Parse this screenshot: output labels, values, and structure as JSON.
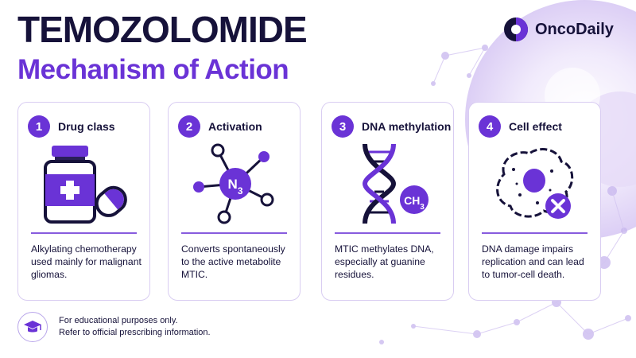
{
  "title": "TEMOZOLOMIDE",
  "subtitle": "Mechanism of Action",
  "logo": {
    "name": "OncoDaily",
    "icon": "oncodaily-logo-icon"
  },
  "colors": {
    "brand_purple": "#6a33d6",
    "dark_navy": "#16123a",
    "card_border": "#d9cdf2"
  },
  "cards": [
    {
      "number": "1",
      "title": "Drug class",
      "description": "Alkylating chemotherapy used mainly for malignant gliomas.",
      "icon": "pill-bottle-capsule-icon"
    },
    {
      "number": "2",
      "title": "Activation",
      "description": "Converts spontaneously to the active metabolite MTIC.",
      "icon": "molecule-icon",
      "label": "N3"
    },
    {
      "number": "3",
      "title": "DNA methylation",
      "description": "MTIC methylates DNA, especially at guanine residues.",
      "icon": "dna-helix-icon",
      "label": "CH3"
    },
    {
      "number": "4",
      "title": "Cell effect",
      "description": "DNA damage impairs replication and can lead to tumor-cell death.",
      "icon": "damaged-cell-icon"
    }
  ],
  "footer": {
    "icon": "graduation-cap-icon",
    "line1": "For educational purposes only.",
    "line2": "Refer to official prescribing information."
  }
}
